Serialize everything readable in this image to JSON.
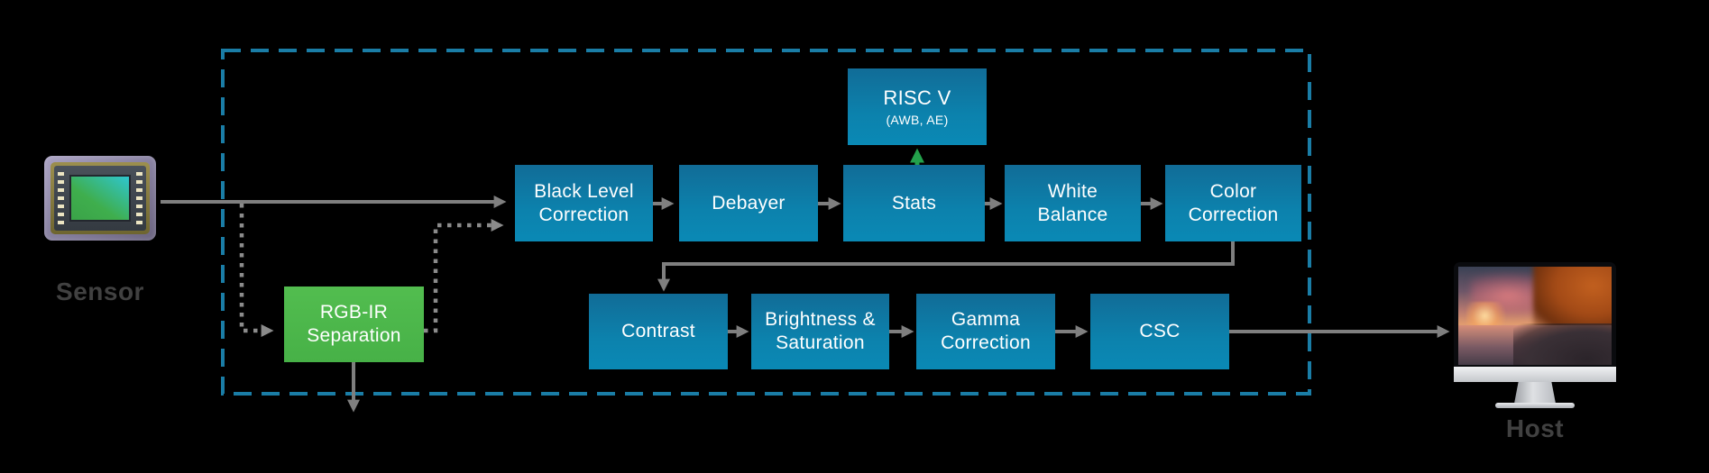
{
  "sensor": {
    "label": "Sensor"
  },
  "host": {
    "label": "Host"
  },
  "isp": {
    "riscv": {
      "title": "RISC V",
      "subtitle": "(AWB, AE)"
    },
    "top_row": [
      {
        "id": "black-level-correction",
        "label": "Black Level\nCorrection"
      },
      {
        "id": "debayer",
        "label": "Debayer"
      },
      {
        "id": "stats",
        "label": "Stats"
      },
      {
        "id": "white-balance",
        "label": "White\nBalance"
      },
      {
        "id": "color-correction",
        "label": "Color\nCorrection"
      }
    ],
    "bottom_row": [
      {
        "id": "contrast",
        "label": "Contrast"
      },
      {
        "id": "brightness-saturation",
        "label": "Brightness &\nSaturation"
      },
      {
        "id": "gamma-correction",
        "label": "Gamma\nCorrection"
      },
      {
        "id": "csc",
        "label": "CSC"
      }
    ],
    "rgb_ir": {
      "label": "RGB-IR\nSeparation"
    }
  },
  "colors": {
    "background": "#000000",
    "block_gradient_top": "#116c97",
    "block_gradient_bottom": "#0a89b5",
    "green_block": "#4cb84c",
    "green_arrow": "#23a14b",
    "arrow_gray": "#7f7f7f",
    "dotted_gray": "#8b8b8b",
    "dashed_boundary": "#1a7da6",
    "io_label_gray": "#414141",
    "block_text": "#ffffff"
  }
}
